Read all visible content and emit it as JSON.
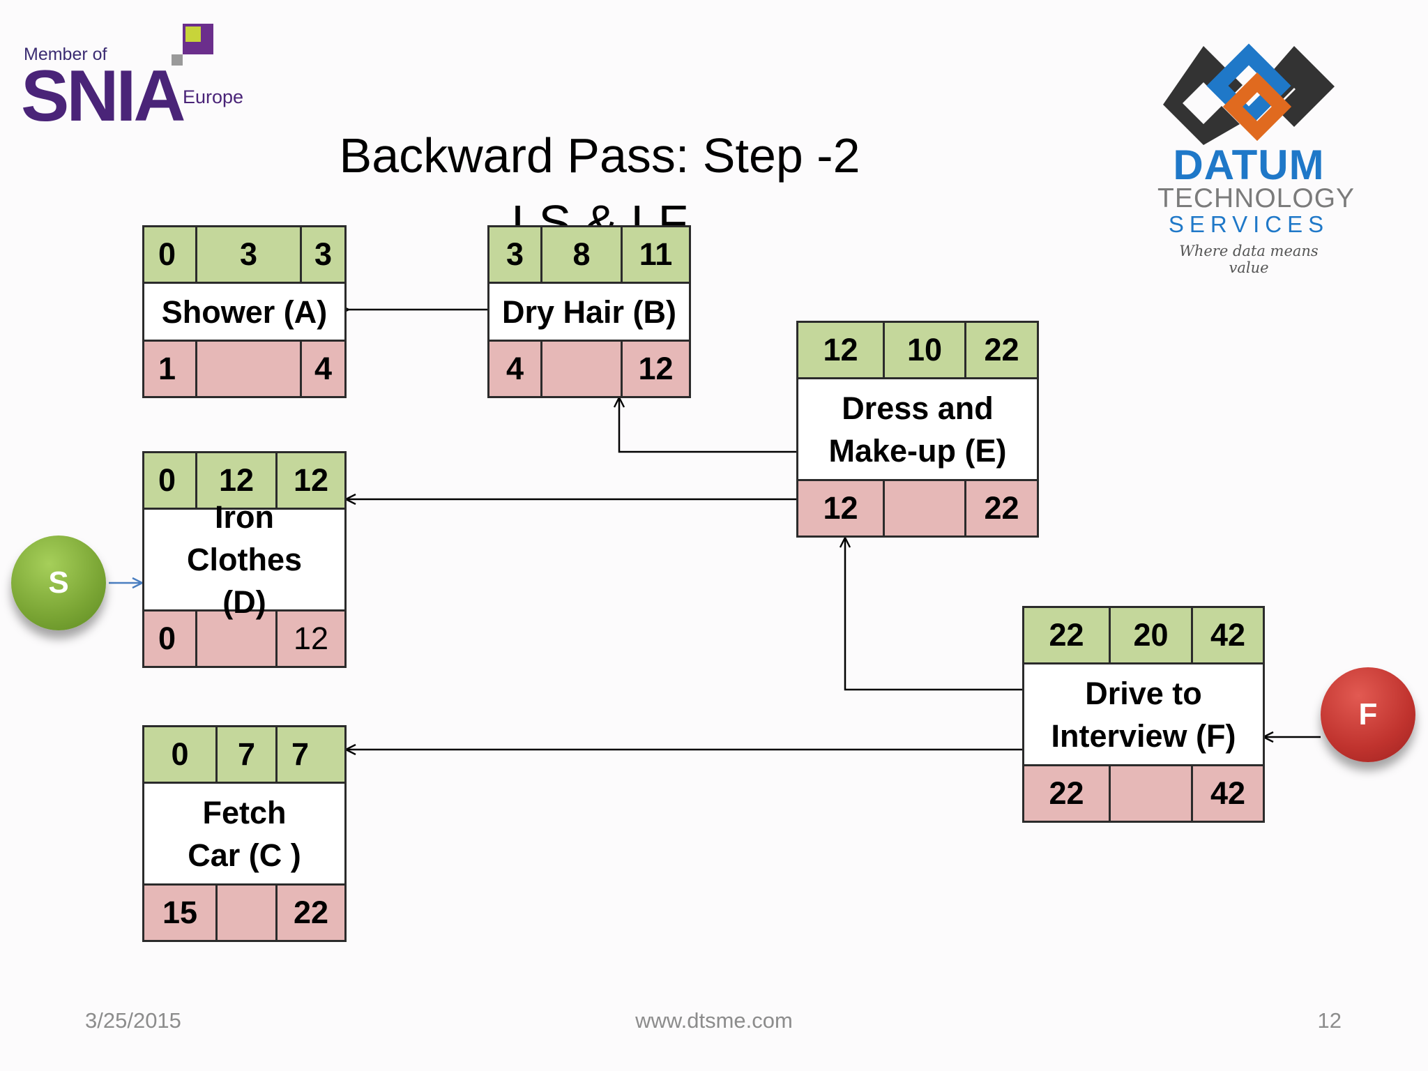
{
  "title": {
    "line1": "Backward Pass: Step -2",
    "line2": "LS & LF"
  },
  "logos": {
    "snia": {
      "member_of": "Member of",
      "name": "SNIA",
      "region": "Europe"
    },
    "datum": {
      "name": "DATUM",
      "line2": "TECHNOLOGY",
      "line3": "SERVICES",
      "tagline": "Where data means value"
    }
  },
  "nodes": {
    "a": {
      "es": "0",
      "dur": "3",
      "ef": "3",
      "label": "Shower (A)",
      "ls": "1",
      "lf": "4"
    },
    "b": {
      "es": "3",
      "dur": "8",
      "ef": "11",
      "label": "Dry Hair (B)",
      "ls": "4",
      "lf": "12"
    },
    "d": {
      "es": "0",
      "dur": "12",
      "ef": "12",
      "label": "Iron Clothes (D)",
      "ls": "0",
      "lf": "12"
    },
    "e": {
      "es": "12",
      "dur": "10",
      "ef": "22",
      "label": "Dress and Make-up (E)",
      "ls": "12",
      "lf": "22"
    },
    "c": {
      "es": "0",
      "dur": "7",
      "ef": "7",
      "label": "Fetch Car (C )",
      "ls": "15",
      "lf": "22"
    },
    "f": {
      "es": "22",
      "dur": "20",
      "ef": "42",
      "label": "Drive to Interview (F)",
      "ls": "22",
      "lf": "42"
    }
  },
  "start_node": {
    "label": "S"
  },
  "finish_node": {
    "label": "F"
  },
  "footer": {
    "date": "3/25/2015",
    "website": "www.dtsme.com",
    "page": "12"
  },
  "colors": {
    "early_row": "#c4d79b",
    "late_row": "#e6b8b7",
    "start": "#7aa534",
    "finish": "#c0332e",
    "start_arrow": "#4a7ec0"
  }
}
